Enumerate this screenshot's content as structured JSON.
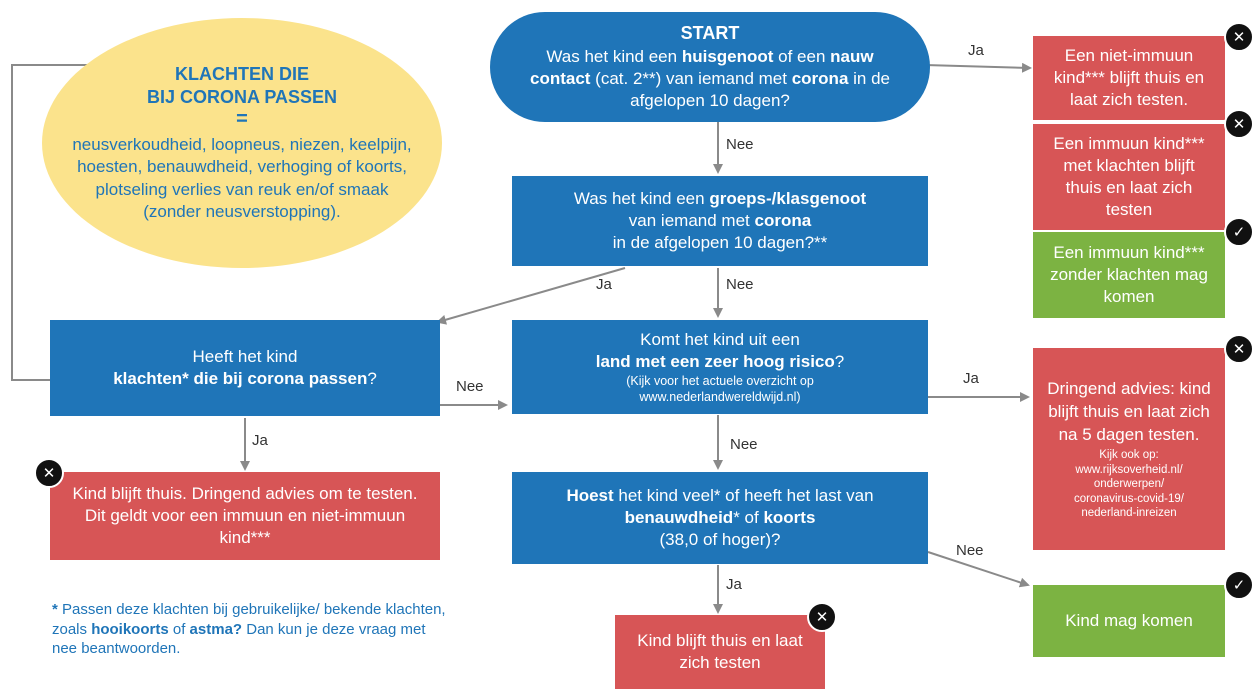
{
  "symptoms_bubble": {
    "heading_line1": "KLACHTEN DIE",
    "heading_line2": "BIJ CORONA PASSEN",
    "equals": "=",
    "text": "neusverkoudheid, loopneus, niezen, keelpijn, hoesten, benauwdheid, verhoging of koorts, plotseling verlies van reuk en/of smaak (zonder neusverstopping)."
  },
  "start": {
    "title": "START",
    "p1": "Was het kind een ",
    "b1": "huisgenoot",
    "p2": " of een ",
    "b2": "nauw contact",
    "p3": " (cat. 2**) van iemand met ",
    "b3": "corona",
    "p4": " in de afgelopen 10 dagen?"
  },
  "q_classmate": {
    "p1": "Was het kind een ",
    "b1": "groeps-/klasgenoot",
    "p2": "van iemand met ",
    "b2": "corona",
    "p3": "in de afgelopen 10 dagen?**"
  },
  "q_symptoms": {
    "line1": "Heeft het kind",
    "b1": "klachten* die bij corona passen",
    "p2": "?"
  },
  "q_country": {
    "line1": "Komt het kind uit een",
    "b1": "land met een zeer hoog risico",
    "p2": "?",
    "small1": "(Kijk voor het actuele overzicht op",
    "small2": "www.nederlandwereldwijd.nl)"
  },
  "q_cough": {
    "b1": "Hoest",
    "p1": " het kind veel* of heeft het last van",
    "b2": "benauwdheid",
    "p2": "* of ",
    "b3": "koorts",
    "p3": "(38,0 of hoger)?"
  },
  "out_nonimmune": {
    "text": "Een niet-immuun kind*** blijft thuis en laat zich testen."
  },
  "out_immune_symptoms": {
    "text": "Een immuun kind*** met klachten blijft thuis en laat zich testen"
  },
  "out_immune_ok": {
    "text": "Een immuun kind*** zonder klachten mag komen"
  },
  "out_travel": {
    "text": "Dringend advies: kind blijft thuis en laat zich na 5 dagen testen.",
    "small1": "Kijk ook op:",
    "small2": "www.rijksoverheid.nl/",
    "small3": "onderwerpen/",
    "small4": "coronavirus-covid-19/",
    "small5": "nederland-inreizen"
  },
  "out_stay_home": {
    "text": "Kind blijft thuis. Dringend advies om te testen. Dit geldt voor een immuun en niet-immuun kind***"
  },
  "out_test": {
    "text": "Kind blijft thuis en laat zich testen"
  },
  "out_come": {
    "text": "Kind mag komen"
  },
  "labels": {
    "yes": "Ja",
    "no": "Nee"
  },
  "badges": {
    "stop": "✕",
    "ok": "✓"
  },
  "footnote": {
    "star": "*",
    "p1": " Passen deze klachten bij gebruikelijke/ bekende klachten, zoals ",
    "b1": "hooikoorts",
    "p2": " of ",
    "b2": "astma?",
    "p3": " Dan kun je deze vraag met nee beantwoorden."
  },
  "colors": {
    "blue": "#1f75b8",
    "red": "#d75556",
    "green": "#7cb342",
    "yellow": "#fbe38c",
    "arrow": "#8a8a8a"
  }
}
